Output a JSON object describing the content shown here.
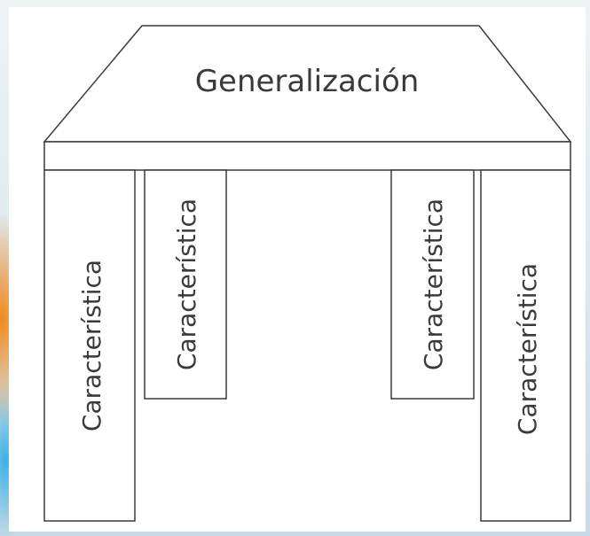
{
  "diagram": {
    "roof_label": "Generalización",
    "pillars": [
      {
        "label": "Característica"
      },
      {
        "label": "Característica"
      },
      {
        "label": "Característica"
      },
      {
        "label": "Característica"
      }
    ]
  }
}
